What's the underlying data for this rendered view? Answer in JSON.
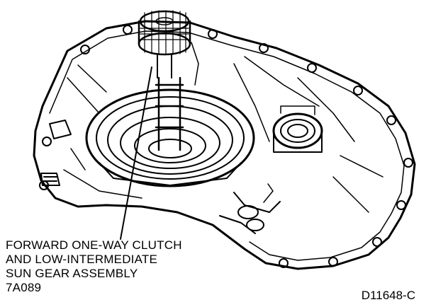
{
  "callout": {
    "line1": "FORWARD ONE-WAY CLUTCH",
    "line2": "AND LOW-INTERMEDIATE",
    "line3": "SUN GEAR ASSEMBLY",
    "part_number": "7A089"
  },
  "figure_code": "D11648-C",
  "colors": {
    "ink": "#000000",
    "paper": "#ffffff"
  }
}
